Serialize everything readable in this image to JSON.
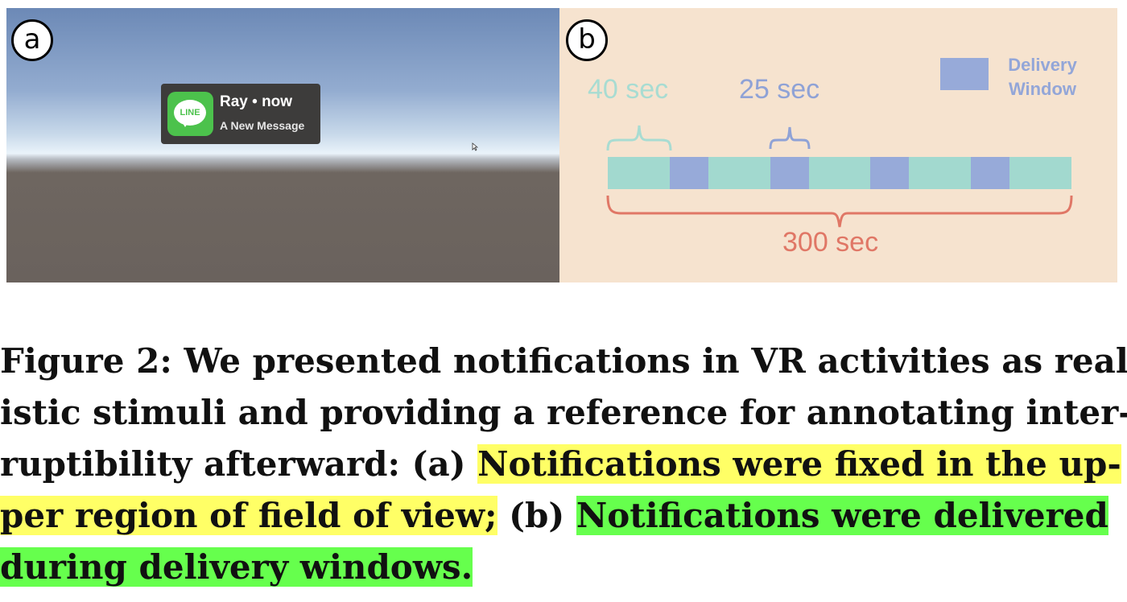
{
  "figure": {
    "panel_a": {
      "letter": "a",
      "notification": {
        "app_icon_label": "LINE",
        "title": "Ray • now",
        "message": "A New Message"
      },
      "cursor_icon": "arrow-cursor-icon"
    },
    "panel_b": {
      "letter": "b",
      "labels": {
        "first_interval": "40 sec",
        "window_length": "25 sec",
        "total": "300 sec",
        "legend": "Delivery Window"
      },
      "colors": {
        "interval": "#a2d9cf",
        "delivery_window": "#97aad9",
        "first_brace": "#a8dcd2",
        "window_brace": "#8fa2d6",
        "total_brace": "#e07766",
        "background": "#f6e3cf"
      },
      "timeline_seconds": [
        {
          "kind": "interval",
          "start": 0,
          "end": 40
        },
        {
          "kind": "window",
          "start": 40,
          "end": 65
        },
        {
          "kind": "interval",
          "start": 65,
          "end": 105
        },
        {
          "kind": "window",
          "start": 105,
          "end": 130
        },
        {
          "kind": "interval",
          "start": 130,
          "end": 170
        },
        {
          "kind": "window",
          "start": 170,
          "end": 195
        },
        {
          "kind": "interval",
          "start": 195,
          "end": 235
        },
        {
          "kind": "window",
          "start": 235,
          "end": 260
        },
        {
          "kind": "interval",
          "start": 260,
          "end": 300
        }
      ]
    }
  },
  "caption": {
    "lines": [
      [
        {
          "text": "Figure 2: We presented notifications in VR activities as real-",
          "hl": ""
        }
      ],
      [
        {
          "text": "istic stimuli and providing a reference for annotating inter-",
          "hl": ""
        }
      ],
      [
        {
          "text": "ruptibility afterward: (a) ",
          "hl": ""
        },
        {
          "text": "Notifications were fixed in the up-",
          "hl": "yellow"
        }
      ],
      [
        {
          "text": "per region of field of view;",
          "hl": "yellow"
        },
        {
          "text": " (b) ",
          "hl": ""
        },
        {
          "text": "Notifications were delivered",
          "hl": "green"
        }
      ],
      [
        {
          "text": "during delivery windows.",
          "hl": "green"
        }
      ]
    ]
  }
}
